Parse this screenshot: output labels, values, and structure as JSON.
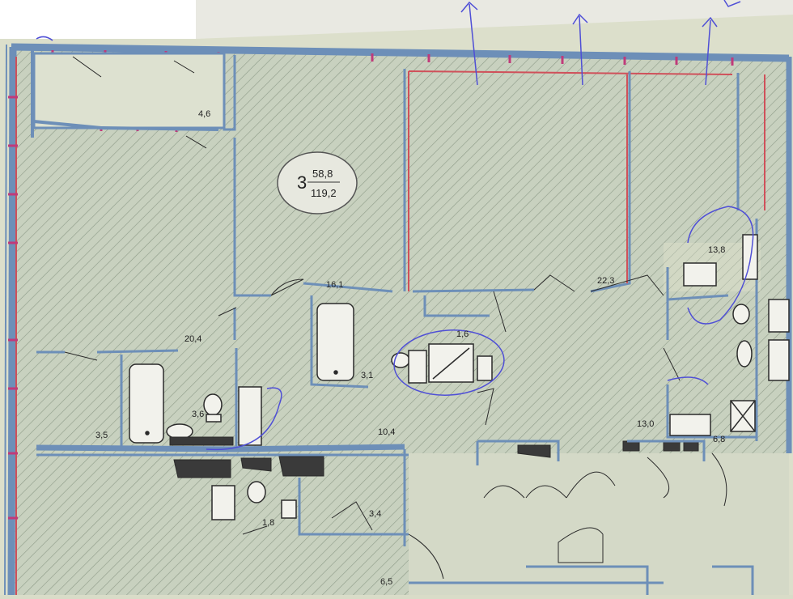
{
  "colors": {
    "paper": "#d9dcc8",
    "hatch_fill": "#c8d1bf",
    "hatch_line": "#8e9b88",
    "wall_blue": "#6d8fb8",
    "wall_red": "#d0505a",
    "pen": "#4f4fd6",
    "fixture": "#f2f2ec",
    "dark": "#2b2b2b"
  },
  "apartment": {
    "rooms_count": "3",
    "living_area": "58,8",
    "total_area": "119,2"
  },
  "rooms": [
    {
      "key": "balcony",
      "area": "4,6"
    },
    {
      "key": "bedroom-left",
      "area": "20,4"
    },
    {
      "key": "bedroom-middle",
      "area": "16,1"
    },
    {
      "key": "living-room",
      "area": "22,3"
    },
    {
      "key": "kitchen",
      "area": "13,8"
    },
    {
      "key": "bathroom-left",
      "area": "3,5"
    },
    {
      "key": "bathroom-middle",
      "area": "3,6"
    },
    {
      "key": "bathroom-small",
      "area": "3,1"
    },
    {
      "key": "wardrobe",
      "area": "1,6"
    },
    {
      "key": "hallway",
      "area": "10,4"
    },
    {
      "key": "corridor-right",
      "area": "13,0"
    },
    {
      "key": "storage",
      "area": "6,8"
    },
    {
      "key": "wc-lower",
      "area": "1,8"
    },
    {
      "key": "closet-lower",
      "area": "3,4"
    },
    {
      "key": "room-lower",
      "area": "6,5"
    }
  ]
}
